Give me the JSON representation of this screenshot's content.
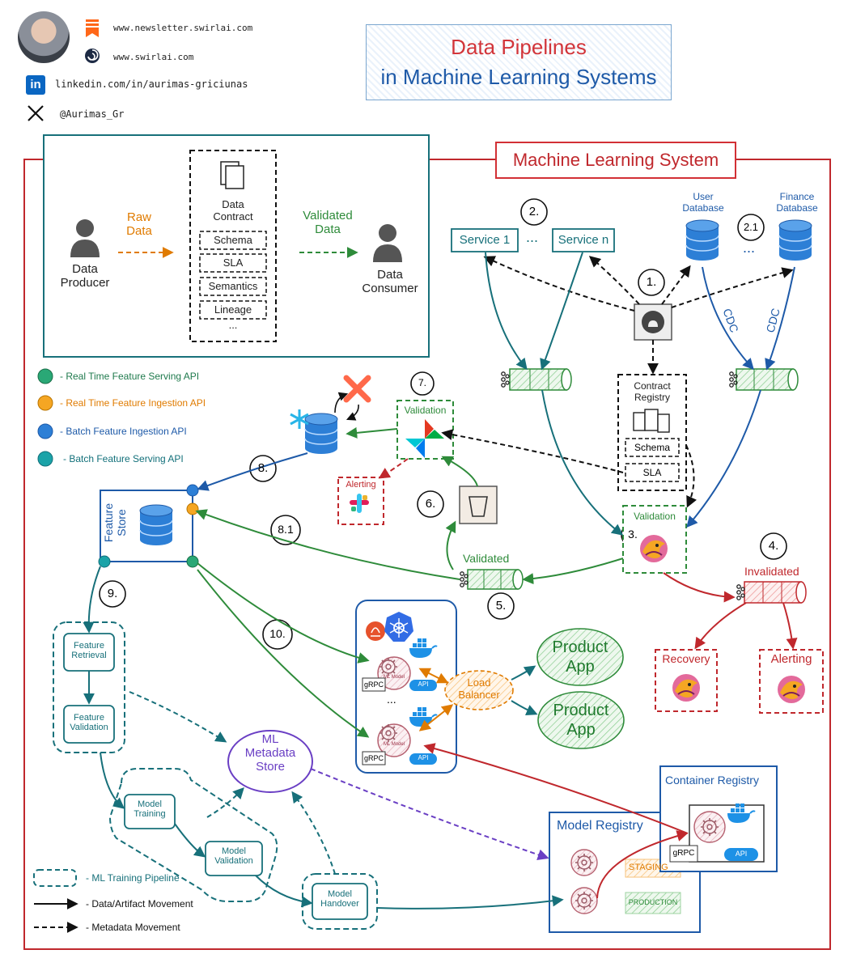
{
  "header": {
    "newsletter_url": "www.newsletter.swirlai.com",
    "site_url": "www.swirlai.com",
    "linkedin": "linkedin.com/in/aurimas-griciunas",
    "x_handle": "@Aurimas_Gr",
    "linkedin_logo_text": "in"
  },
  "title": {
    "line1": "Data Pipelines",
    "line2": "in Machine Learning Systems"
  },
  "system_label": "Machine Learning System",
  "contract_panel": {
    "producer": "Data\nProducer",
    "raw_data": "Raw\nData",
    "contract_title": "Data\nContract",
    "items": [
      "Schema",
      "SLA",
      "Semantics",
      "Lineage",
      "..."
    ],
    "validated_data": "Validated\nData",
    "consumer": "Data\nConsumer"
  },
  "legend_apis": [
    {
      "label": "- Real Time Feature Serving API",
      "color": "#2aa876",
      "text_color": "#1f7a4d"
    },
    {
      "label": "- Real Time Feature Ingestion API",
      "color": "#f5a623",
      "text_color": "#e07b00"
    },
    {
      "label": "- Batch Feature Ingestion API",
      "color": "#2d7fd6",
      "text_color": "#1e5aa8"
    },
    {
      "label": "- Batch Feature Serving API",
      "color": "#1ba3a8",
      "text_color": "#12707a"
    }
  ],
  "services": {
    "s1": "Service 1",
    "sn": "Service n",
    "dots": "..."
  },
  "databases": {
    "user": "User\nDatabase",
    "finance": "Finance\nDatabase",
    "dots": "..."
  },
  "cdc": "CDC",
  "steps": {
    "s1": "1.",
    "s2": "2.",
    "s21": "2.1",
    "s3": "3.",
    "s4": "4.",
    "s5": "5.",
    "s6": "6.",
    "s7": "7.",
    "s8": "8.",
    "s81": "8.1",
    "s9": "9.",
    "s10": "10."
  },
  "contract_registry": {
    "title": "Contract\nRegistry",
    "schema": "Schema",
    "sla": "SLA"
  },
  "validation": "Validation",
  "validated": "Validated",
  "invalidated": "Invalidated",
  "recovery": "Recovery",
  "alerting": "Alerting",
  "feature_store": "Feature\nStore",
  "pipeline": {
    "feature_retrieval": "Feature\nRetrieval",
    "feature_validation": "Feature\nValidation",
    "model_training": "Model\nTraining",
    "model_validation": "Model\nValidation",
    "model_handover": "Model\nHandover"
  },
  "ml_metadata_store": "ML\nMetadata\nStore",
  "serving": {
    "ml_model": "ML Model",
    "grpc": "gRPC",
    "api": "API",
    "dots": "...",
    "load_balancer": "Load\nBalancer"
  },
  "product_app": "Product\nApp",
  "model_registry": {
    "title": "Model Registry",
    "staging": "STAGING",
    "production": "PRODUCTION"
  },
  "container_registry": "Container Registry",
  "legend_lines": {
    "pipeline": "- ML Training Pipeline",
    "data": "- Data/Artifact Movement",
    "metadata": "- Metadata Movement"
  },
  "colors": {
    "red": "#c0282d",
    "green": "#2e8b3a",
    "teal": "#17707a",
    "blue": "#1e5aa8",
    "purple": "#6a3fc4",
    "orange": "#e07b00"
  }
}
